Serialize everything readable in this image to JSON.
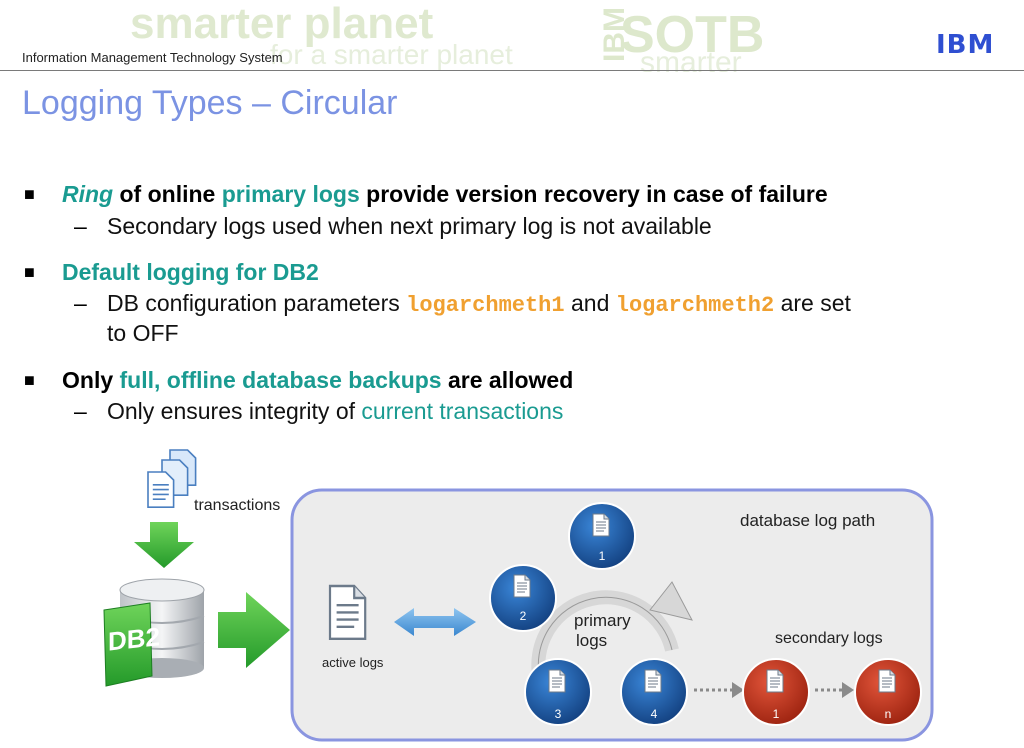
{
  "header": {
    "title": "Information Management Technology System",
    "logo": "IBM",
    "banner_words": [
      "smarter planet",
      "for a smarter planet",
      "IBM",
      "SOTB",
      "smarter"
    ]
  },
  "slide_title": "Logging Types – Circular",
  "bullets": [
    {
      "parts": [
        "Ring",
        " of online ",
        "primary logs",
        " provide version recovery in case of failure"
      ],
      "sub": "Secondary logs used when next primary log is not available"
    },
    {
      "parts": [
        "Default logging for DB2"
      ],
      "sub_parts": [
        "DB configuration parameters ",
        "logarchmeth1",
        " and ",
        "logarchmeth2",
        " are set",
        "to OFF"
      ]
    },
    {
      "parts": [
        "Only ",
        "full, offline database backups",
        " are allowed"
      ],
      "sub_parts": [
        "Only ensures integrity of ",
        "current transactions"
      ]
    }
  ],
  "diagram": {
    "transactions_label": "transactions",
    "db_label": "DB2",
    "active_logs_label": "active logs",
    "path_label": "database log path",
    "primary_label_line1": "primary",
    "primary_label_line2": "logs",
    "secondary_label": "secondary logs",
    "primary_nodes": [
      "1",
      "2",
      "3",
      "4"
    ],
    "secondary_nodes": [
      "1",
      "n"
    ]
  },
  "colors": {
    "title": "#7b93e3",
    "teal": "#1a9b91",
    "code": "#f0a030",
    "primary_node": "#1c5aa6",
    "secondary_node": "#c8341a",
    "box_border": "#8a95e0",
    "arrow_green": "#3cb43c"
  },
  "icons": [
    "document-stack-icon",
    "down-arrow-icon",
    "database-icon",
    "right-arrow-icon",
    "document-icon",
    "double-arrow-icon",
    "circular-arrow-icon",
    "dotted-arrow-icon"
  ]
}
